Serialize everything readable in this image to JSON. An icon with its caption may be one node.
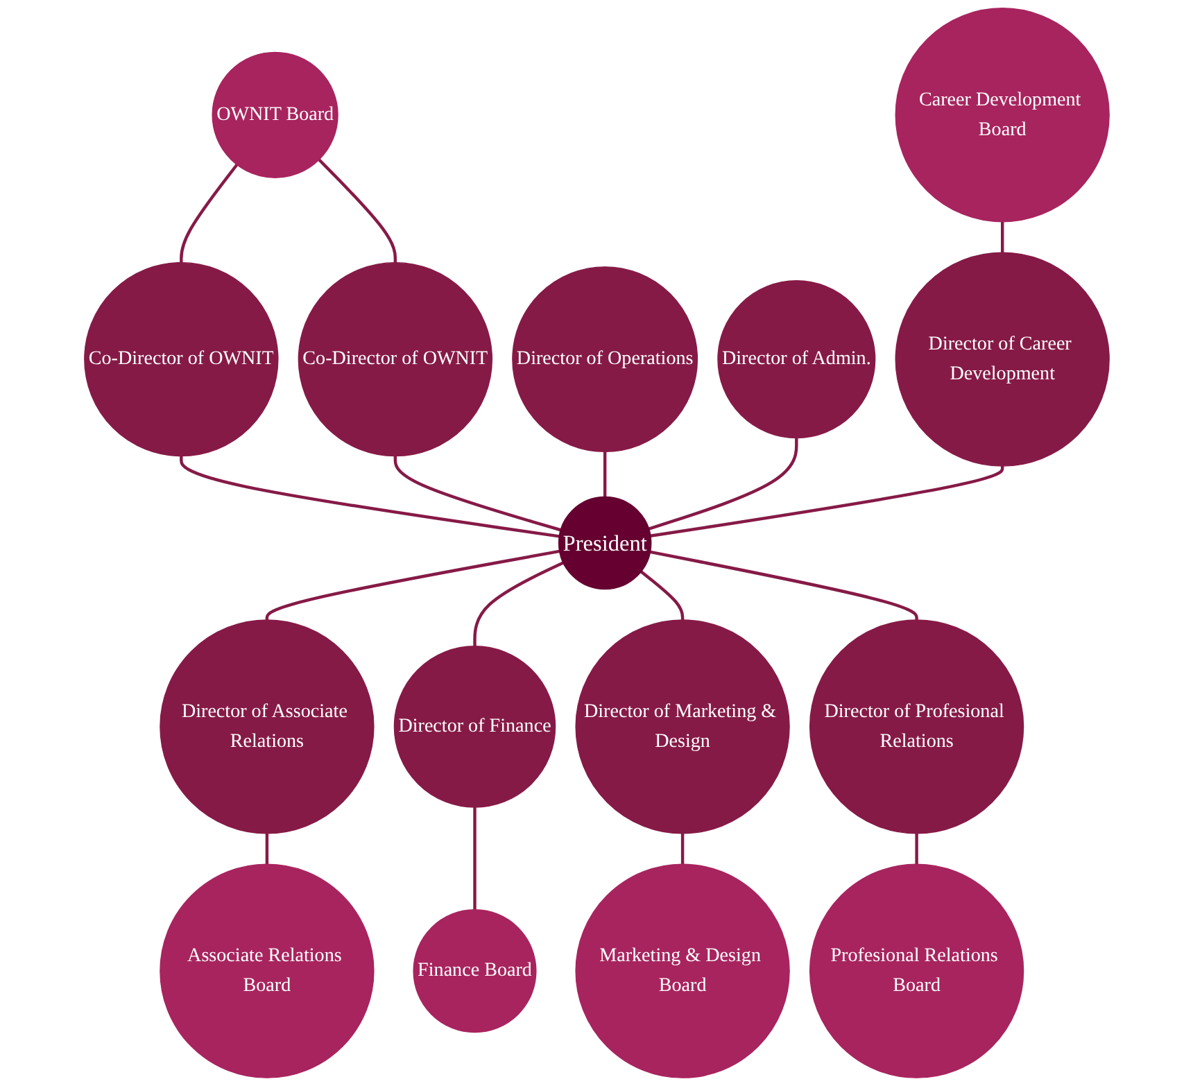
{
  "diagram": {
    "nodes": [
      {
        "text": [
          "Director of Operations"
        ]
      },
      {
        "text": [
          "OWNIT Board"
        ]
      },
      {
        "text": [
          "Co-Director of OWNIT"
        ]
      },
      {
        "text": [
          "Director of Admin."
        ]
      },
      {
        "text": [
          "Director of Career Development"
        ]
      },
      {
        "text": [
          "Co-Director of OWNIT"
        ]
      },
      {
        "text": [
          "President"
        ]
      },
      {
        "text": [
          "Career Development Board"
        ]
      },
      {
        "text": [
          "Profesional Relations Board"
        ]
      },
      {
        "text": [
          "Director of Profesional Relations"
        ]
      },
      {
        "text": [
          "Director of Associate Relations"
        ]
      },
      {
        "text": [
          "Director of Marketing & Design"
        ]
      },
      {
        "text": [
          "Director of Finance"
        ]
      },
      {
        "text": [
          "Marketing & Design Board"
        ]
      },
      {
        "text": [
          "Associate Relations Board"
        ]
      },
      {
        "text": [
          "Finance Board"
        ]
      }
    ],
    "edges": [
      {
        "from": 1,
        "to": 2,
        "arrow": "none"
      },
      {
        "from": 1,
        "to": 5,
        "arrow": "none"
      },
      {
        "from": 7,
        "to": 4,
        "arrow": "none"
      },
      {
        "from": 2,
        "to": 6,
        "arrow": "none"
      },
      {
        "from": 5,
        "to": 6,
        "arrow": "none"
      },
      {
        "from": 0,
        "to": 6,
        "arrow": "none"
      },
      {
        "from": 3,
        "to": 6,
        "arrow": "none"
      },
      {
        "from": 4,
        "to": 6,
        "arrow": "none"
      },
      {
        "from": 6,
        "to": 10,
        "arrow": "none"
      },
      {
        "from": 6,
        "to": 12,
        "arrow": "none"
      },
      {
        "from": 6,
        "to": 11,
        "arrow": "none"
      },
      {
        "from": 6,
        "to": 9,
        "arrow": "none"
      },
      {
        "from": 10,
        "to": 14,
        "arrow": "none"
      },
      {
        "from": 12,
        "to": 15,
        "arrow": "none"
      },
      {
        "from": 11,
        "to": 13,
        "arrow": "none"
      },
      {
        "from": 9,
        "to": 8,
        "arrow": "none"
      }
    ]
  }
}
